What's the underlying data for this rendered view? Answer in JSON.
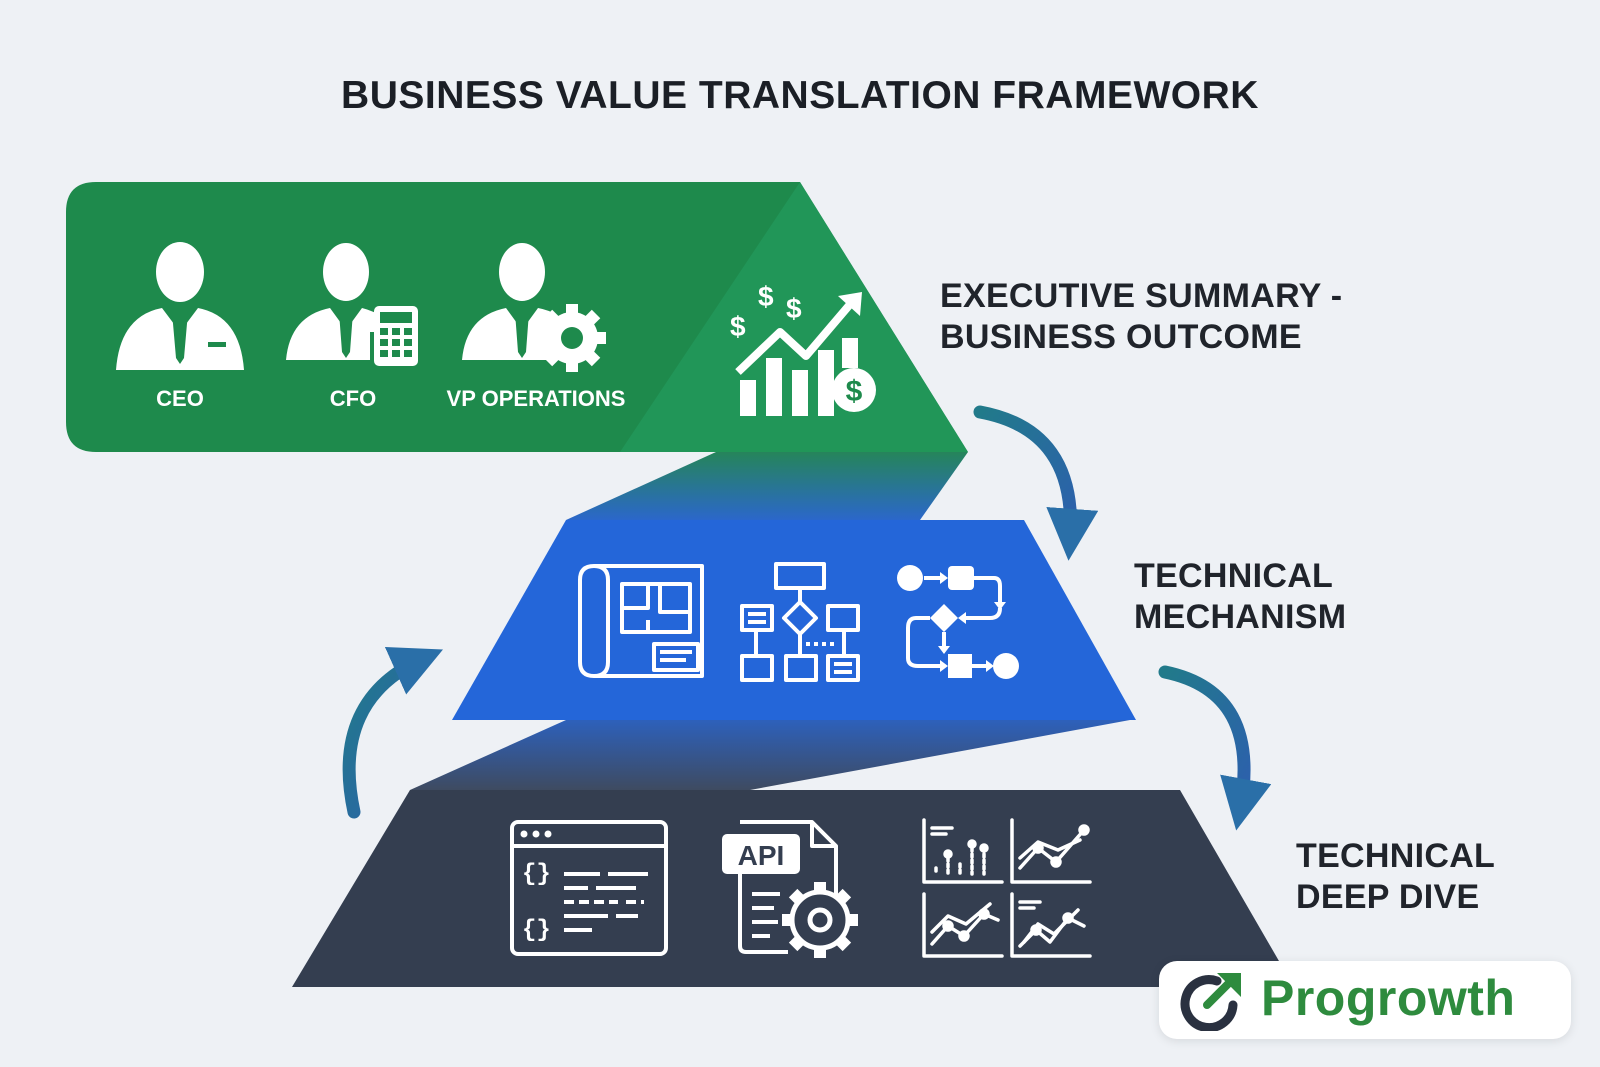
{
  "title": "BUSINESS VALUE TRANSLATION FRAMEWORK",
  "layers": [
    {
      "label": "EXECUTIVE SUMMARY -\nBUSINESS OUTCOME",
      "color": "#1e8a4c",
      "roles": [
        "CEO",
        "CFO",
        "VP OPERATIONS"
      ],
      "icons": [
        "ceo-person-icon",
        "cfo-person-calculator-icon",
        "vp-operations-person-gear-icon",
        "revenue-growth-chart-icon"
      ]
    },
    {
      "label": "TECHNICAL\nMECHANISM",
      "color": "#2466d9",
      "icons": [
        "blueprint-icon",
        "flowchart-icon",
        "process-flow-icon"
      ]
    },
    {
      "label": "TECHNICAL\nDEEP DIVE",
      "color": "#343e50",
      "icons": [
        "code-window-icon",
        "api-document-gear-icon",
        "analytics-charts-icon"
      ],
      "api_text": "API"
    }
  ],
  "logo": {
    "text": "Progrowth",
    "color": "#2e8b3e",
    "icon": "growth-arrow-logo-icon"
  },
  "colors": {
    "arrow": "#2a6fa8",
    "background": "#eef1f5"
  }
}
